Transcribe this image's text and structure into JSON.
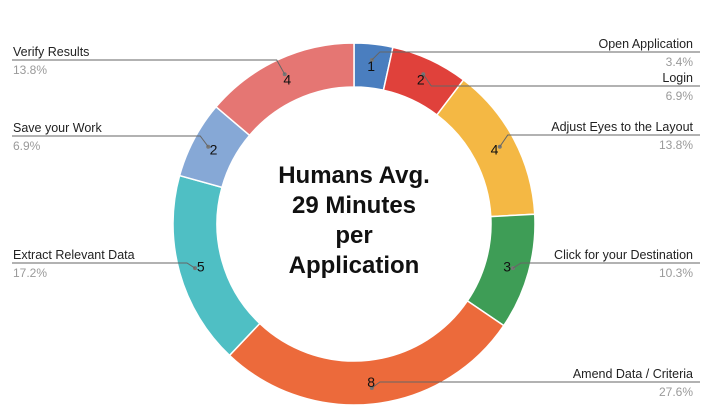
{
  "chart_data": {
    "type": "pie",
    "donut": true,
    "center_text": [
      "Humans Avg.",
      "29 Minutes",
      "per",
      "Application"
    ],
    "total": 29,
    "slices": [
      {
        "label": "Open Application",
        "value": 1,
        "percent": "3.4%",
        "color": "#4a7ebf"
      },
      {
        "label": "Login",
        "value": 2,
        "percent": "6.9%",
        "color": "#e0413b"
      },
      {
        "label": "Adjust Eyes to the Layout",
        "value": 4,
        "percent": "13.8%",
        "color": "#f4b844"
      },
      {
        "label": "Click for your Destination",
        "value": 3,
        "percent": "10.3%",
        "color": "#3e9d56"
      },
      {
        "label": "Amend Data / Criteria",
        "value": 8,
        "percent": "27.6%",
        "color": "#ec6a3b"
      },
      {
        "label": "Extract Relevant Data",
        "value": 5,
        "percent": "17.2%",
        "color": "#4fbfc4"
      },
      {
        "label": "Save your Work",
        "value": 2,
        "percent": "6.9%",
        "color": "#86a8d6"
      },
      {
        "label": "Verify Results",
        "value": 4,
        "percent": "13.8%",
        "color": "#e57673"
      }
    ]
  }
}
